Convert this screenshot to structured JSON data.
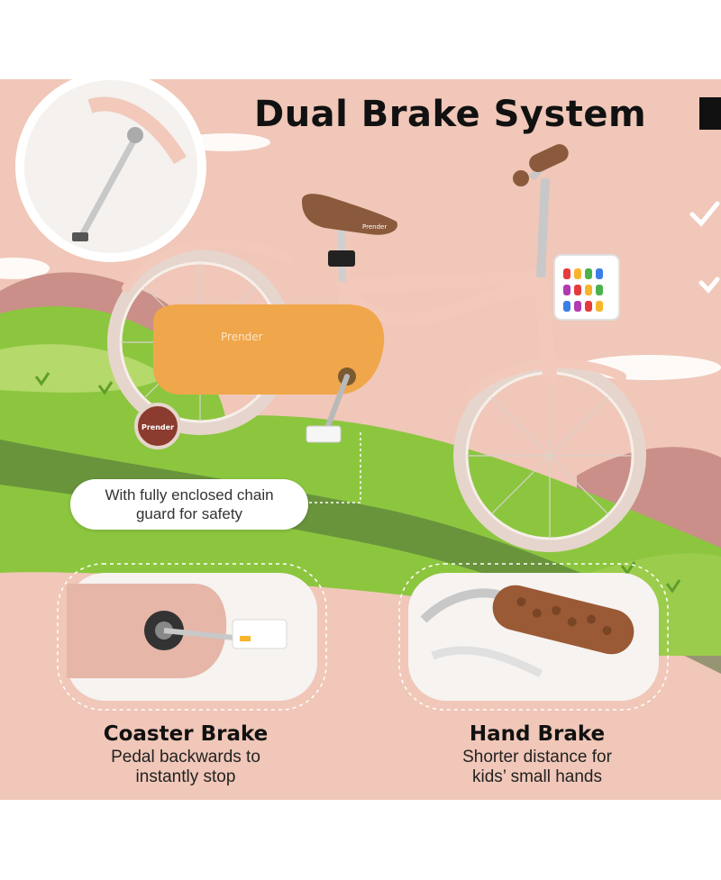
{
  "title": "Dual Brake System",
  "brand": "Prender",
  "callout": {
    "line1": "With fully enclosed chain",
    "line2": "guard for safety"
  },
  "features": [
    {
      "heading": "Coaster Brake",
      "line1": "Pedal backwards to",
      "line2": "instantly stop"
    },
    {
      "heading": "Hand Brake",
      "line1": "Shorter distance for",
      "line2": "kids’ small hands"
    }
  ],
  "colors": {
    "background": "#f0c7b8",
    "bike_frame": "#f2c9bb",
    "chain_guard": "#f0a64a",
    "saddle": "#8b5a3c",
    "grass": "#8cc63f"
  }
}
